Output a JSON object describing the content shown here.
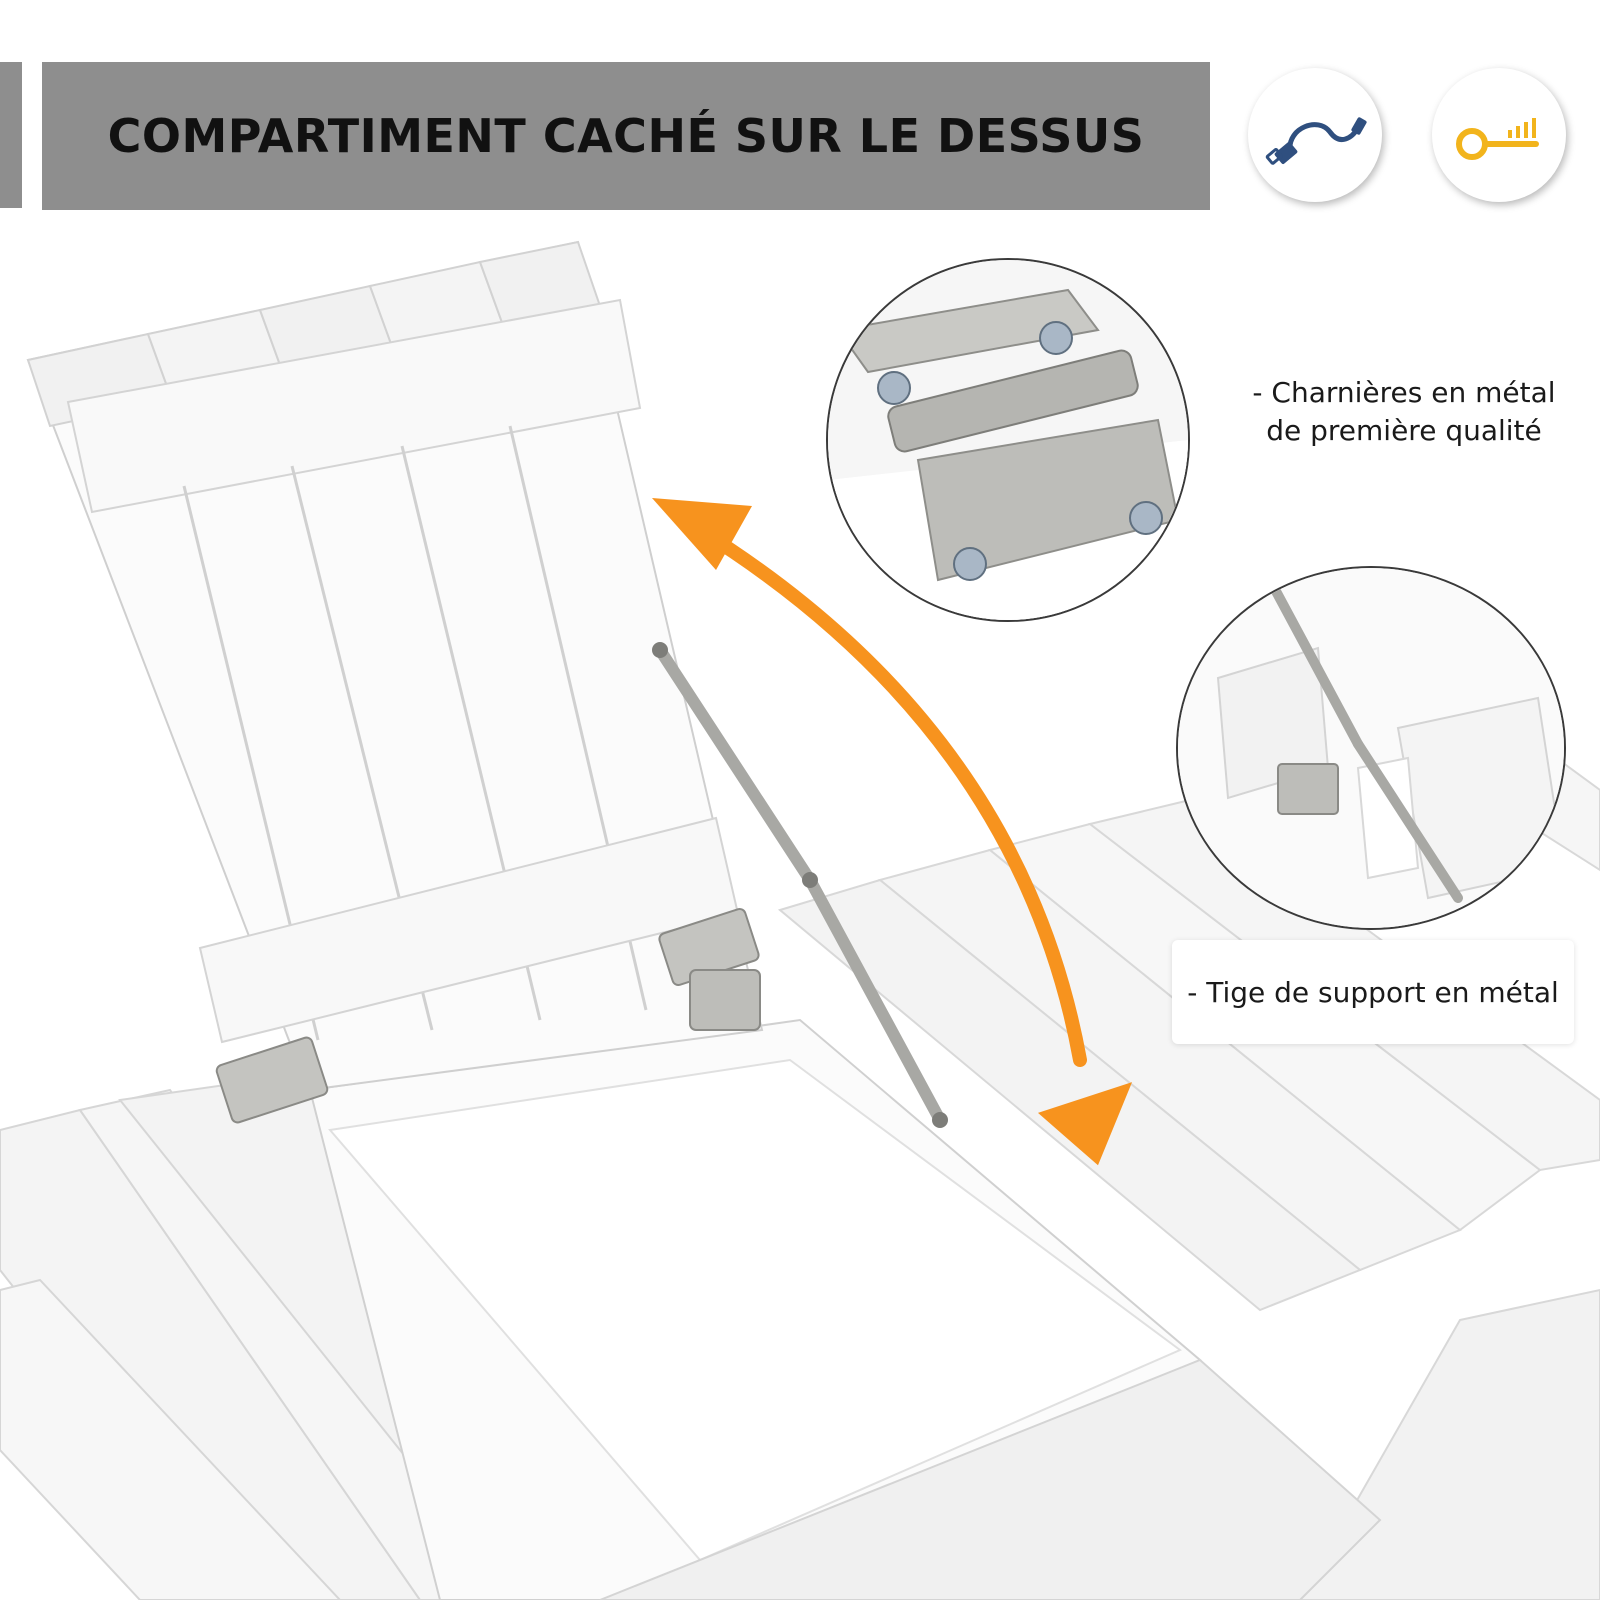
{
  "header": {
    "title": "COMPARTIMENT CACHÉ SUR LE DESSUS"
  },
  "badges": [
    {
      "icon": "usb-cable-icon",
      "color": "#2f4f7f"
    },
    {
      "icon": "key-icon",
      "color": "#f2b41c"
    }
  ],
  "callouts": {
    "hinges": {
      "line1": "- Charnières en métal",
      "line2": "de première qualité"
    },
    "support_rod": {
      "label": "- Tige de support en métal"
    }
  },
  "colors": {
    "header_bar": "#8e8e8e",
    "arrow": "#f7931e",
    "metal": "#b8b8b4"
  }
}
